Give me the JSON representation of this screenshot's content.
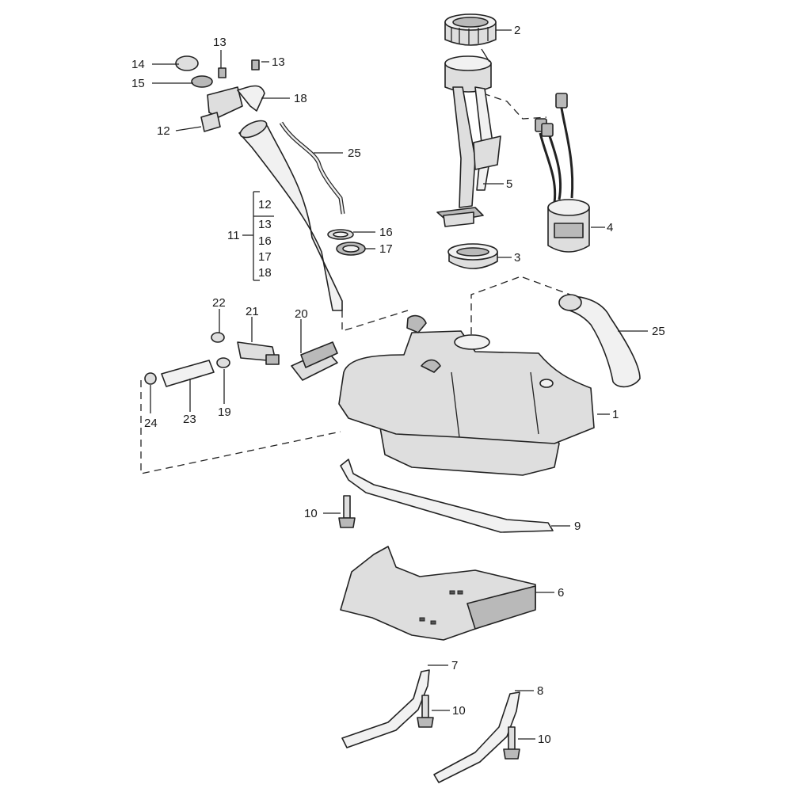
{
  "callouts": {
    "c1": "1",
    "c2": "2",
    "c3": "3",
    "c4": "4",
    "c5": "5",
    "c6": "6",
    "c7": "7",
    "c8": "8",
    "c9": "9",
    "c10a": "10",
    "c10b": "10",
    "c10c": "10",
    "c11": "11",
    "c12": "12",
    "c13a": "13",
    "c13b": "13",
    "c14": "14",
    "c15": "15",
    "c16": "16",
    "c17": "17",
    "c18": "18",
    "c19": "19",
    "c20": "20",
    "c21": "21",
    "c22": "22",
    "c23": "23",
    "c24": "24",
    "c25a": "25",
    "c25b": "25"
  },
  "group11": [
    "12",
    "13",
    "16",
    "17",
    "18"
  ]
}
